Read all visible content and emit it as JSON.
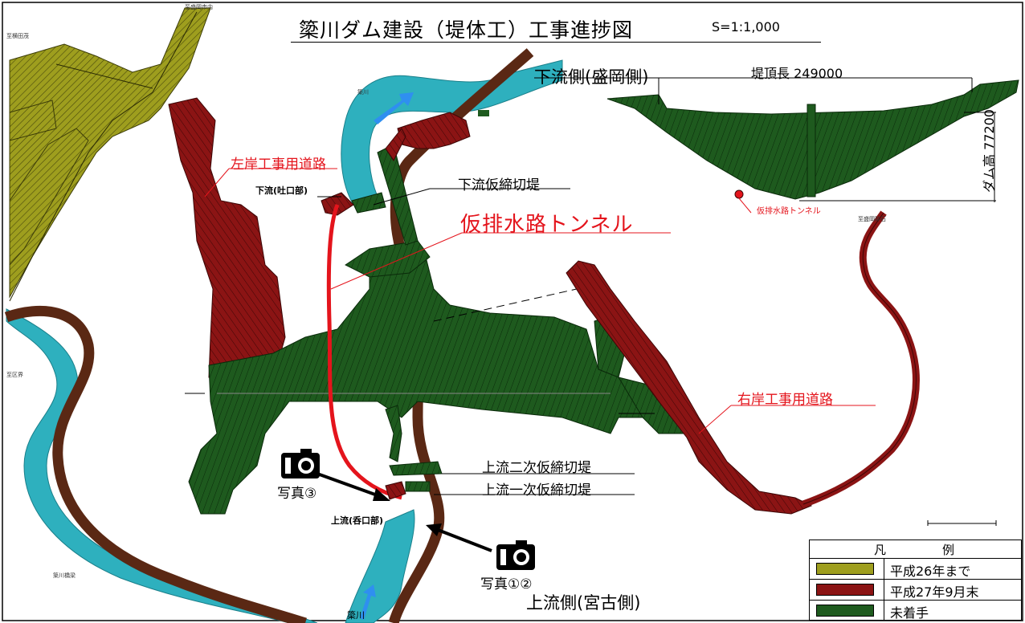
{
  "title": "簗川ダム建設（堤体工）工事進捗図",
  "scale": "S=1:1,000",
  "orientation": {
    "downstream": "下流側(盛岡側)",
    "upstream": "上流側(宮古側)"
  },
  "labels": {
    "left_bank_road": "左岸工事用道路",
    "right_bank_road": "右岸工事用道路",
    "diversion_tunnel": "仮排水路トンネル",
    "downstream_outlet": "下流(吐口部)",
    "upstream_inlet": "上流(呑口部)",
    "downstream_cofferdam": "下流仮締切堤",
    "upstream_secondary_cofferdam": "上流二次仮締切堤",
    "upstream_primary_cofferdam": "上流一次仮締切堤",
    "photo3": "写真③",
    "photo12": "写真①②"
  },
  "elevation_view": {
    "crest_length": "堤頂長 249000",
    "dam_height": "ダム高 77200",
    "tunnel_label": "仮排水路トンネル",
    "station_label": "至盛岡砕石"
  },
  "map_small_labels": {
    "top_left_1": "至盛岡市内",
    "top_left_2": "至横田茂",
    "river_name": "簗川",
    "river_name_bottom": "簗川",
    "district_boundary": "至区界",
    "river_bottom_left": "簗川橋梁"
  },
  "legend": {
    "header_left": "凡",
    "header_right": "例",
    "items": [
      {
        "label": "平成26年まで",
        "color": "#9e9e1e"
      },
      {
        "label": "平成27年9月末",
        "color": "#8b1414"
      },
      {
        "label": "未着手",
        "color": "#1e5a1e"
      }
    ]
  },
  "colors": {
    "completed_h26": "#9e9e1e",
    "completed_h27": "#8b1414",
    "not_started": "#1e5a1e",
    "river": "#2eb0be",
    "road": "#5a2814",
    "annotation_red": "#e4141c"
  }
}
